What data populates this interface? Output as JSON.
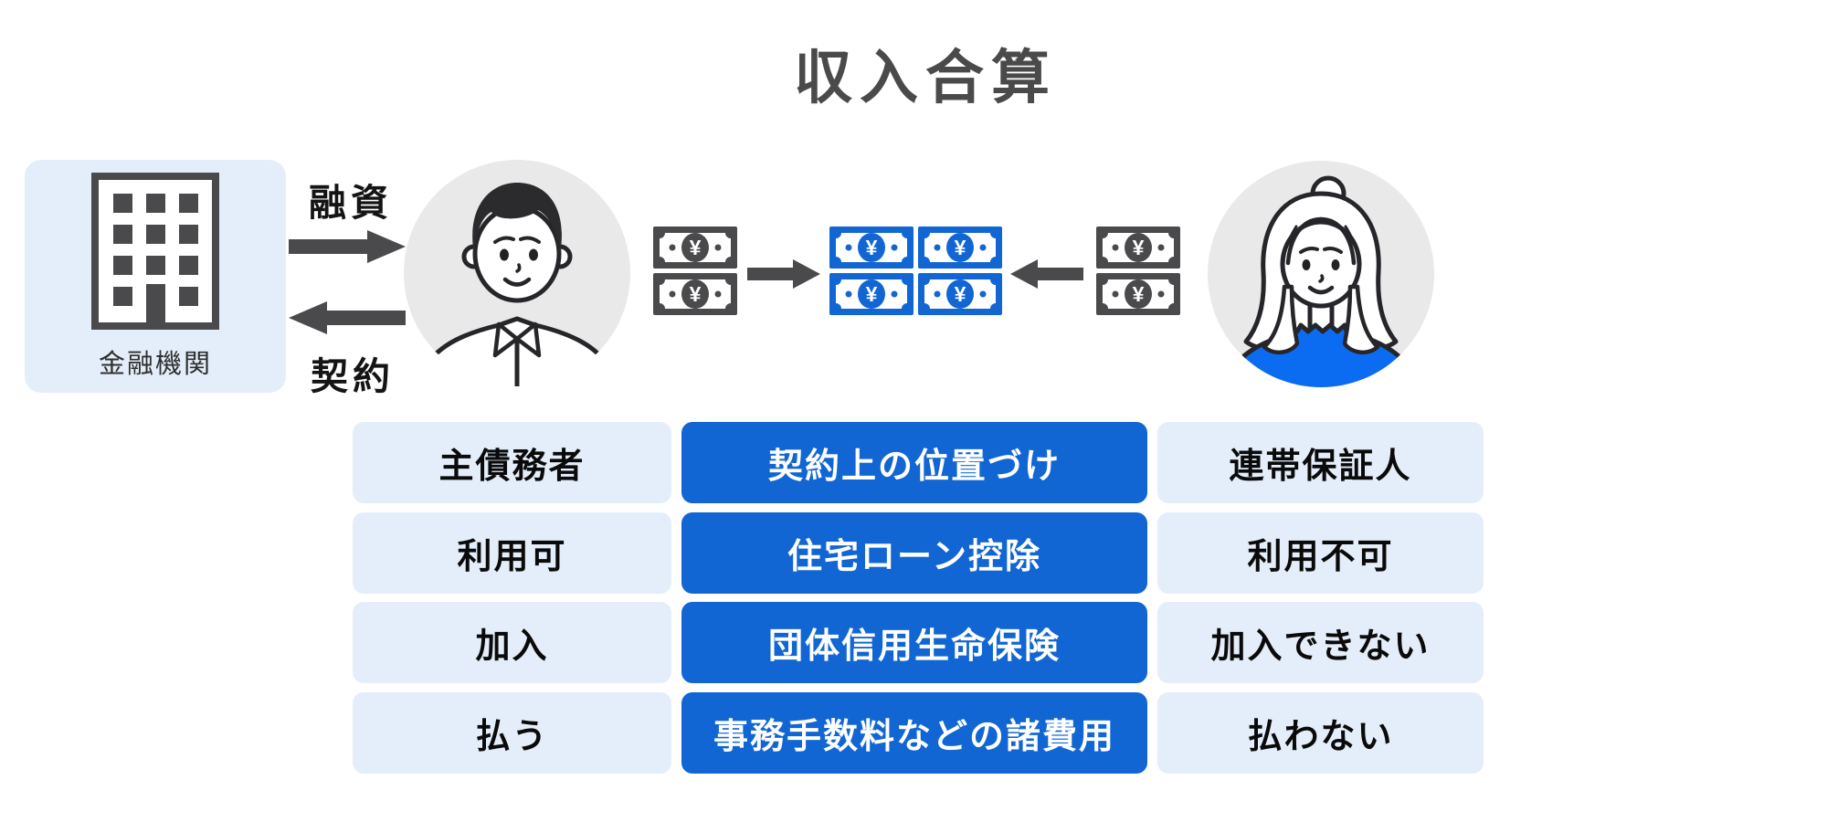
{
  "title": "収入合算",
  "bank": {
    "label": "金融機関"
  },
  "flow": {
    "loan_label": "融資",
    "contract_label": "契約"
  },
  "money": {
    "yen": "¥"
  },
  "table": {
    "rows": [
      {
        "left": "主債務者",
        "center": "契約上の位置づけ",
        "right": "連帯保証人"
      },
      {
        "left": "利用可",
        "center": "住宅ローン控除",
        "right": "利用不可"
      },
      {
        "left": "加入",
        "center": "団体信用生命保険",
        "right": "加入できない"
      },
      {
        "left": "払う",
        "center": "事務手数料などの諸費用",
        "right": "払わない"
      }
    ]
  },
  "colors": {
    "accent_blue": "#1166D3",
    "light_blue": "#E4EEFA",
    "dark_gray": "#4A4A4C",
    "sweater_blue": "#0B6CF2",
    "avatar_bg": "#E9E9E9"
  }
}
